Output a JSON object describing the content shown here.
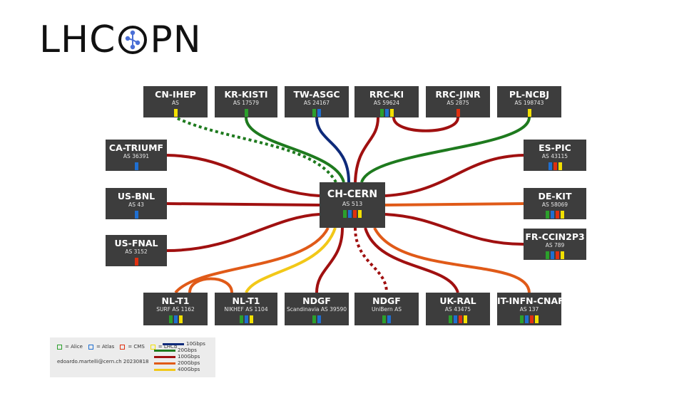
{
  "title": {
    "pre": "LHC",
    "post": "PN",
    "logo_icon": "network-node-logo"
  },
  "colors": {
    "alice": "#2ca02c",
    "atlas": "#1f6fd1",
    "cms": "#e03010",
    "lhcb": "#f2e000",
    "g10": "#0e2a7a",
    "g20": "#1e7a1e",
    "g100": "#a01010",
    "g200": "#e05a18",
    "g400": "#f2c818"
  },
  "center": {
    "name": "CH-CERN",
    "as": "AS 513",
    "experiments": [
      "alice",
      "atlas",
      "cms",
      "lhcb"
    ]
  },
  "sites": [
    {
      "id": "cn-ihep",
      "name": "CN-IHEP",
      "as": "AS",
      "experiments": [
        "lhcb"
      ]
    },
    {
      "id": "kr-kisti",
      "name": "KR-KISTI",
      "as": "AS 17579",
      "experiments": [
        "alice"
      ]
    },
    {
      "id": "tw-asgc",
      "name": "TW-ASGC",
      "as": "AS 24167",
      "experiments": [
        "alice",
        "atlas"
      ]
    },
    {
      "id": "rrc-ki",
      "name": "RRC-KI",
      "as": "AS 59624",
      "experiments": [
        "alice",
        "atlas",
        "lhcb"
      ]
    },
    {
      "id": "rrc-jinr",
      "name": "RRC-JINR",
      "as": "AS 2875",
      "experiments": [
        "cms"
      ]
    },
    {
      "id": "pl-ncbj",
      "name": "PL-NCBJ",
      "as": "AS 198743",
      "experiments": [
        "lhcb"
      ]
    },
    {
      "id": "ca-triumf",
      "name": "CA-TRIUMF",
      "as": "AS 36391",
      "experiments": [
        "atlas"
      ]
    },
    {
      "id": "us-bnl",
      "name": "US-BNL",
      "as": "AS 43",
      "experiments": [
        "atlas"
      ]
    },
    {
      "id": "us-fnal",
      "name": "US-FNAL",
      "as": "AS 3152",
      "experiments": [
        "cms"
      ]
    },
    {
      "id": "es-pic",
      "name": "ES-PIC",
      "as": "AS 43115",
      "experiments": [
        "atlas",
        "cms",
        "lhcb"
      ]
    },
    {
      "id": "de-kit",
      "name": "DE-KIT",
      "as": "AS 58069",
      "experiments": [
        "alice",
        "atlas",
        "cms",
        "lhcb"
      ]
    },
    {
      "id": "fr-ccin2p3",
      "name": "FR-CCIN2P3",
      "as": "AS 789",
      "experiments": [
        "alice",
        "atlas",
        "cms",
        "lhcb"
      ]
    },
    {
      "id": "nl-t1-surf",
      "name": "NL-T1",
      "as": "SURF AS 1162",
      "experiments": [
        "alice",
        "atlas",
        "lhcb"
      ]
    },
    {
      "id": "nl-t1-nikhef",
      "name": "NL-T1",
      "as": "NIKHEF AS 1104",
      "experiments": [
        "alice",
        "atlas",
        "lhcb"
      ]
    },
    {
      "id": "ndgf-scand",
      "name": "NDGF",
      "as": "Scandinavia AS 39590",
      "experiments": [
        "alice",
        "atlas"
      ]
    },
    {
      "id": "ndgf-unibern",
      "name": "NDGF",
      "as": "UniBern AS",
      "experiments": [
        "alice",
        "atlas"
      ]
    },
    {
      "id": "uk-ral",
      "name": "UK-RAL",
      "as": "AS 43475",
      "experiments": [
        "alice",
        "atlas",
        "cms",
        "lhcb"
      ]
    },
    {
      "id": "it-infn-cnaf",
      "name": "IT-INFN-CNAF",
      "as": "AS 137",
      "experiments": [
        "alice",
        "atlas",
        "cms",
        "lhcb"
      ]
    }
  ],
  "links": [
    {
      "from": "ch-cern",
      "to": "cn-ihep",
      "bw": "20Gbps",
      "style": "dashed"
    },
    {
      "from": "ch-cern",
      "to": "kr-kisti",
      "bw": "20Gbps",
      "style": "solid"
    },
    {
      "from": "ch-cern",
      "to": "tw-asgc",
      "bw": "10Gbps",
      "style": "solid"
    },
    {
      "from": "ch-cern",
      "to": "rrc-ki",
      "bw": "100Gbps",
      "style": "solid"
    },
    {
      "from": "ch-cern",
      "to": "pl-ncbj",
      "bw": "20Gbps",
      "style": "solid"
    },
    {
      "from": "ch-cern",
      "to": "ca-triumf",
      "bw": "100Gbps",
      "style": "solid"
    },
    {
      "from": "ch-cern",
      "to": "us-bnl",
      "bw": "100Gbps",
      "style": "solid"
    },
    {
      "from": "ch-cern",
      "to": "us-fnal",
      "bw": "100Gbps",
      "style": "solid"
    },
    {
      "from": "ch-cern",
      "to": "es-pic",
      "bw": "100Gbps",
      "style": "solid"
    },
    {
      "from": "ch-cern",
      "to": "de-kit",
      "bw": "200Gbps",
      "style": "solid"
    },
    {
      "from": "ch-cern",
      "to": "fr-ccin2p3",
      "bw": "100Gbps",
      "style": "solid"
    },
    {
      "from": "ch-cern",
      "to": "nl-t1-surf",
      "bw": "200Gbps",
      "style": "solid"
    },
    {
      "from": "ch-cern",
      "to": "nl-t1-nikhef",
      "bw": "400Gbps",
      "style": "solid"
    },
    {
      "from": "ch-cern",
      "to": "ndgf-scand",
      "bw": "100Gbps",
      "style": "solid"
    },
    {
      "from": "ch-cern",
      "to": "ndgf-unibern",
      "bw": "100Gbps",
      "style": "dashed"
    },
    {
      "from": "ch-cern",
      "to": "uk-ral",
      "bw": "100Gbps",
      "style": "solid"
    },
    {
      "from": "ch-cern",
      "to": "it-infn-cnaf",
      "bw": "200Gbps",
      "style": "solid"
    },
    {
      "from": "rrc-ki",
      "to": "rrc-jinr",
      "bw": "100Gbps",
      "style": "solid"
    },
    {
      "from": "nl-t1-surf",
      "to": "nl-t1-nikhef",
      "bw": "200Gbps",
      "style": "solid"
    }
  ],
  "legend": {
    "experiments": [
      {
        "key": "alice",
        "label": "= Alice"
      },
      {
        "key": "atlas",
        "label": "= Atlas"
      },
      {
        "key": "cms",
        "label": "= CMS"
      },
      {
        "key": "lhcb",
        "label": "= LHCb"
      }
    ],
    "author": "edoardo.martelli@cern.ch 20230818",
    "bandwidths": [
      {
        "key": "g10",
        "label": "10Gbps"
      },
      {
        "key": "g20",
        "label": "20Gbps"
      },
      {
        "key": "g100",
        "label": "100Gbps"
      },
      {
        "key": "g200",
        "label": "200Gbps"
      },
      {
        "key": "g400",
        "label": "400Gbps"
      }
    ]
  }
}
